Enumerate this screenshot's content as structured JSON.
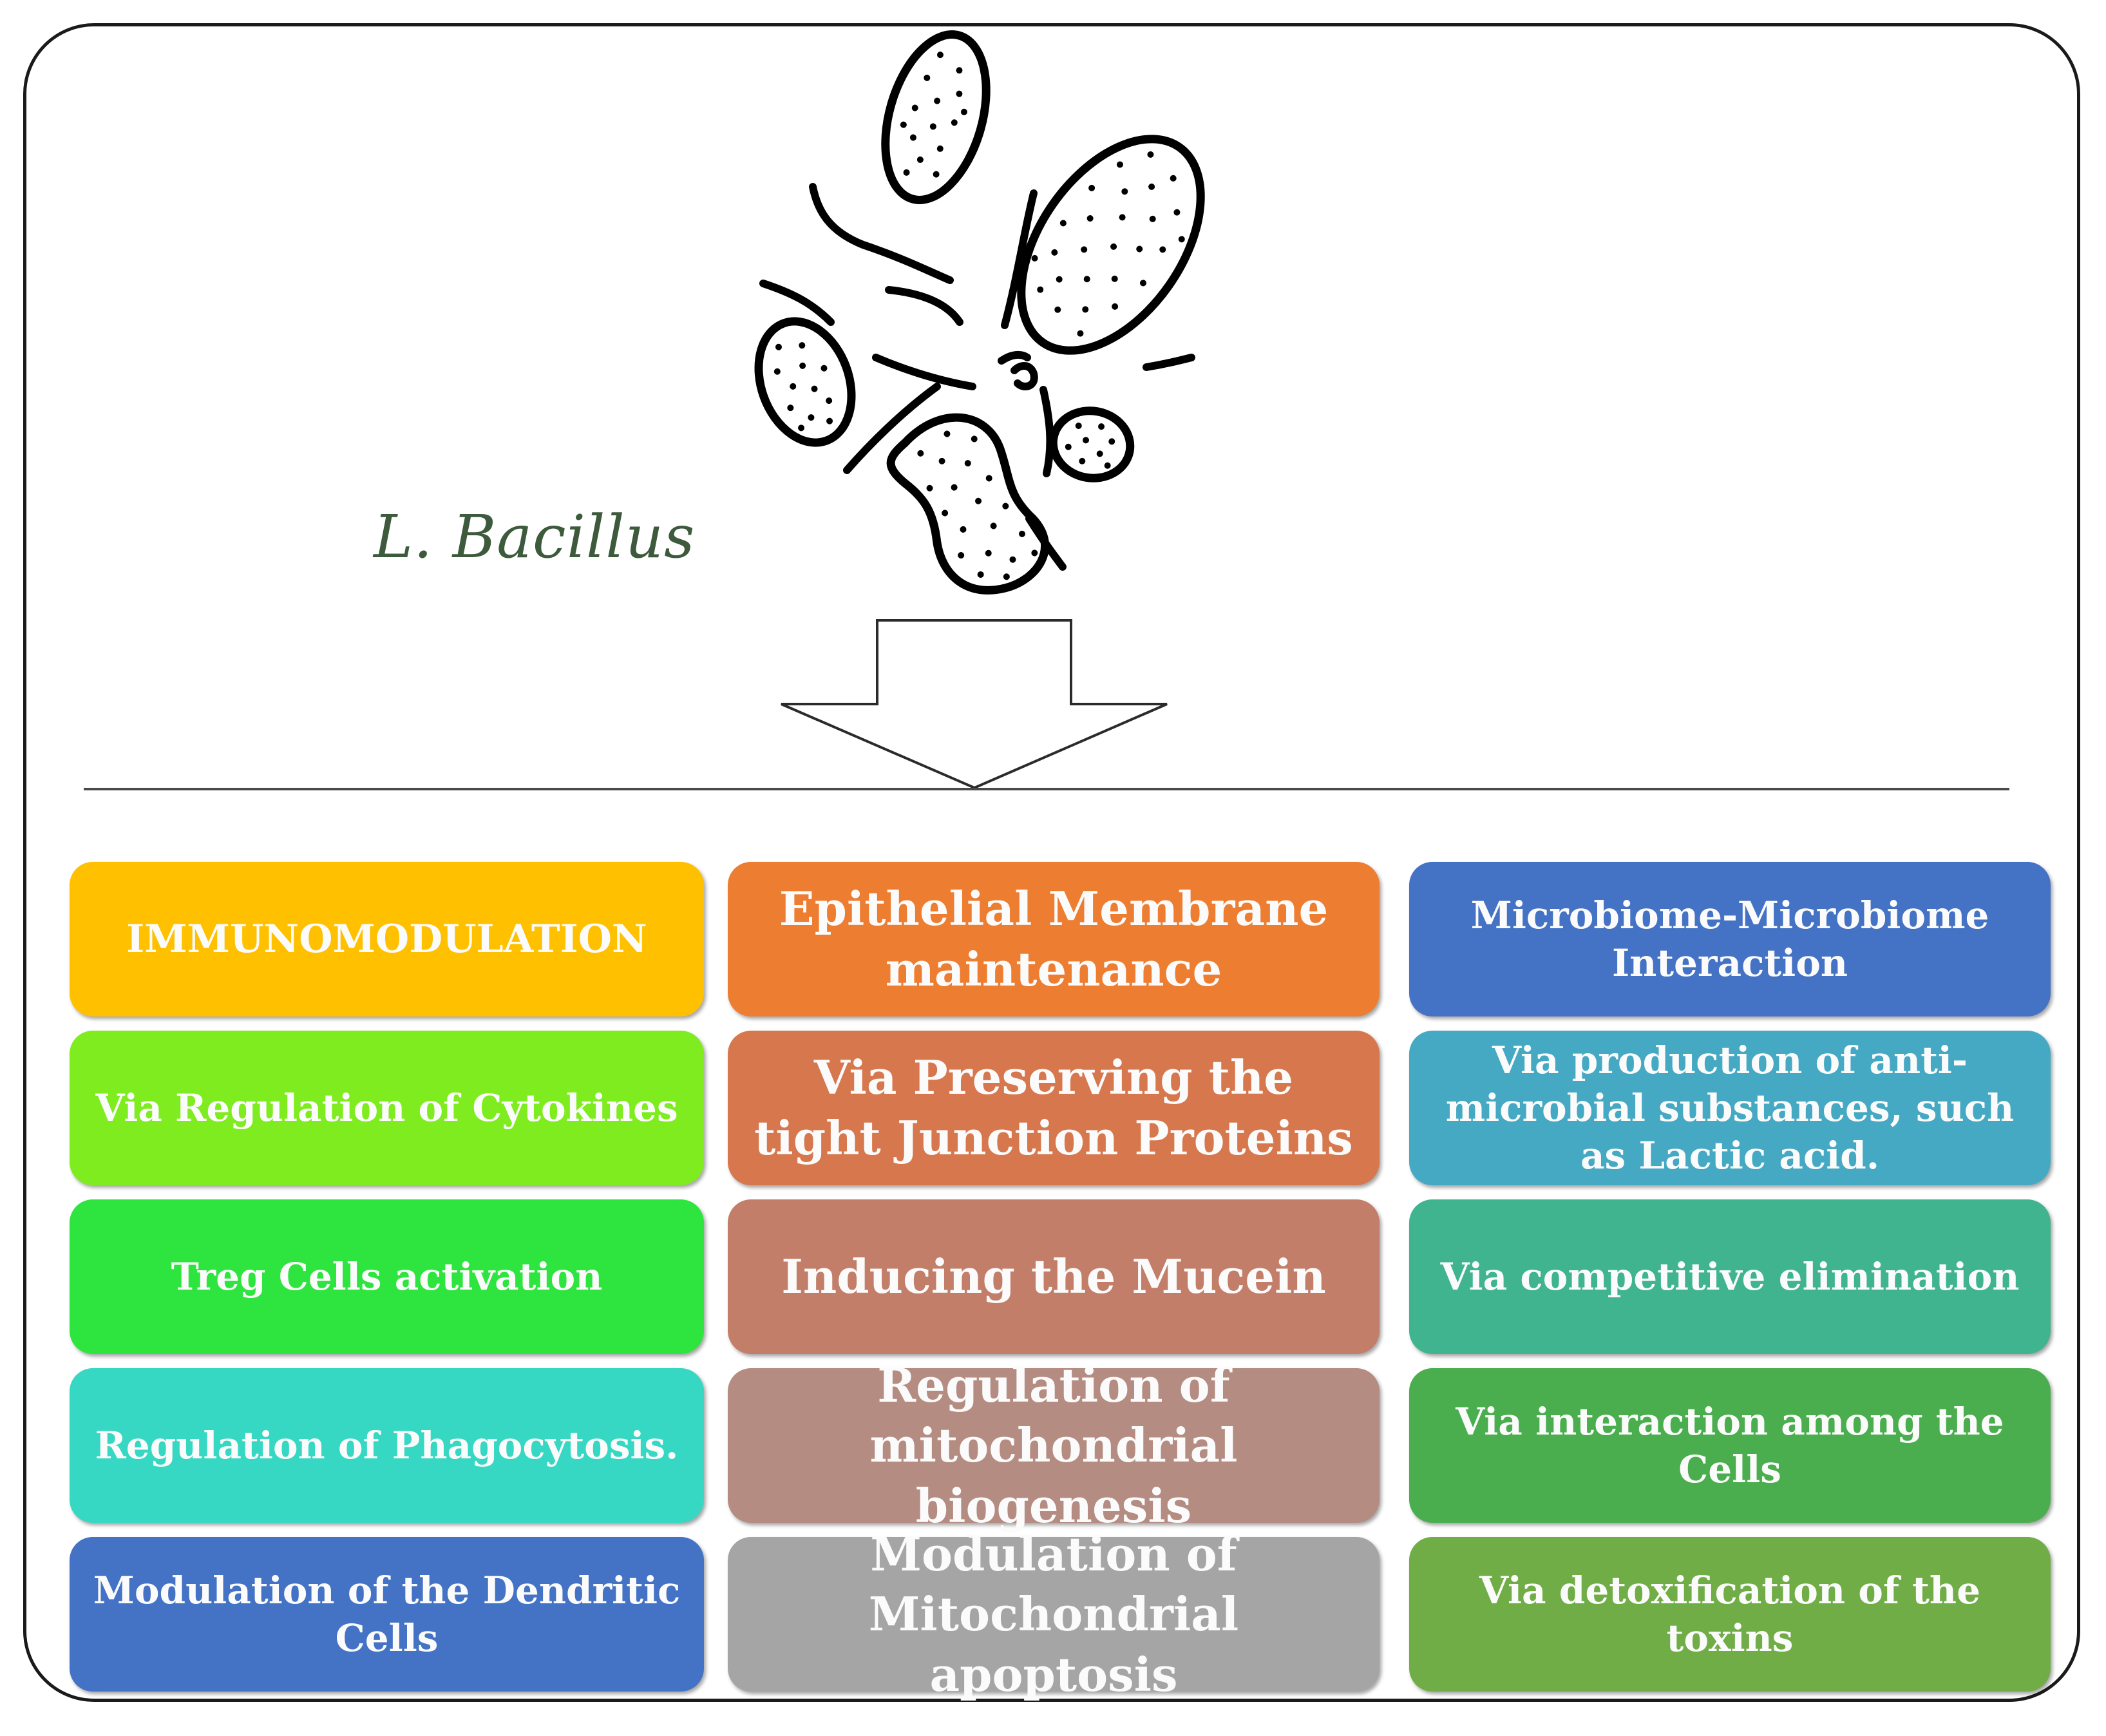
{
  "organism": {
    "label": "L. Bacillus"
  },
  "columns": [
    {
      "header": {
        "text": "IMMUNOMODULATION",
        "color": "#FFC000"
      },
      "items": [
        {
          "text": "Via Regulation of Cytokines",
          "color": "#7FEC1F"
        },
        {
          "text": "Treg Cells  activation",
          "color": "#2EE43E"
        },
        {
          "text": "Regulation of Phagocytosis.",
          "color": "#36D8C3"
        },
        {
          "text": "Modulation of the Dendritic Cells",
          "color": "#4472C4"
        }
      ]
    },
    {
      "header": {
        "text": "Epithelial Membrane maintenance",
        "color": "#ED7D31"
      },
      "items": [
        {
          "text": "Via  Preserving the tight Junction Proteins",
          "color": "#D6774D"
        },
        {
          "text": "Inducing the Mucein",
          "color": "#C27E68"
        },
        {
          "text": "Regulation of mitochondrial biogenesis",
          "color": "#B48C82"
        },
        {
          "text": "Modulation of Mitochondrial apoptosis",
          "color": "#A5A5A5"
        }
      ]
    },
    {
      "header": {
        "text": "Microbiome-Microbiome Interaction",
        "color": "#4472C4"
      },
      "items": [
        {
          "text": "Via production  of anti-microbial substances,  such  as Lactic acid.",
          "color": "#46A9C4"
        },
        {
          "text": "Via competitive  elimination",
          "color": "#3FB48E"
        },
        {
          "text": "Via interaction  among the Cells",
          "color": "#4AAE4E"
        },
        {
          "text": "Via detoxification  of the toxins",
          "color": "#70AD47"
        }
      ]
    }
  ]
}
